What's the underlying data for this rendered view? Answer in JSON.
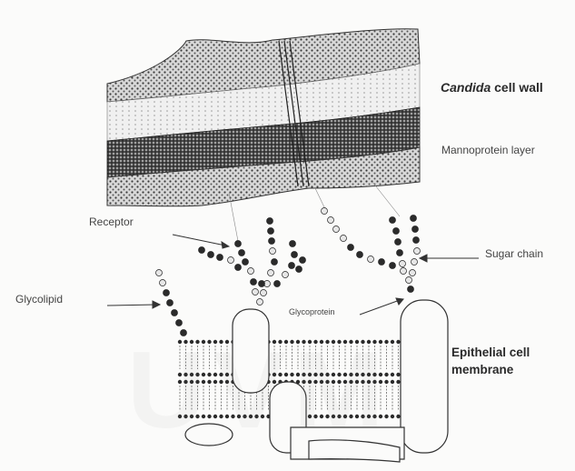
{
  "labels": {
    "title_italic": "Candida",
    "title_rest": " cell wall",
    "mannoprotein": "Mannoprotein layer",
    "receptor": "Receptor",
    "sugar_chain": "Sugar chain",
    "glycolipid": "Glycolipid",
    "glycoprotein": "Glycoprotein",
    "epithelial_line1": "Epithelial cell",
    "epithelial_line2": "membrane"
  },
  "colors": {
    "ink": "#2a2a2a",
    "dark_bead": "#2b2b2b",
    "light_bead": "#e6e6e6",
    "background": "#fbfbfa"
  }
}
